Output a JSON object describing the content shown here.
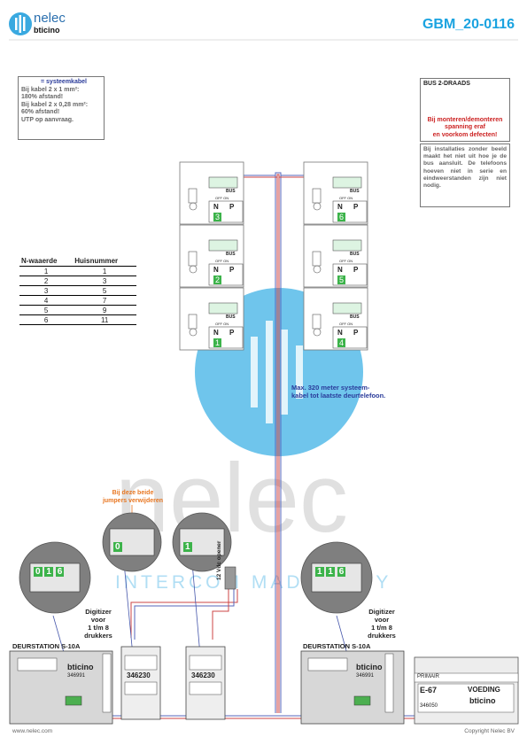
{
  "brand": {
    "name": "nelec",
    "tagline": "INTERCOM MADE EASY",
    "partner": "bticino"
  },
  "doc_id": "GBM_20-0116",
  "system_cable_note": {
    "title": "= systeemkabel",
    "lines": [
      "Bij kabel 2 x 1 mm²:",
      "180% afstand!",
      "Bij kabel 2 x 0,28 mm²:",
      "60% afstand!",
      "UTP op aanvraag."
    ]
  },
  "bus_box": {
    "title": "BUS 2-DRAADS",
    "warning_lines": [
      "Bij monteren/demonteren",
      "spanning eraf",
      "en voorkom defecten!"
    ]
  },
  "bus_info": "Bij installaties zonder beeld maakt het niet uit hoe je de bus aansluit. De telefoons hoeven niet in serie en eindweerstanden zijn niet nodig.",
  "n_table": {
    "headers": [
      "N-waaerde",
      "Huisnummer"
    ],
    "rows": [
      [
        "1",
        "1"
      ],
      [
        "2",
        "3"
      ],
      [
        "3",
        "5"
      ],
      [
        "4",
        "7"
      ],
      [
        "5",
        "9"
      ],
      [
        "6",
        "11"
      ]
    ]
  },
  "phones": {
    "bus_label": "BUS",
    "offon_label": "OFF ON",
    "n_label": "N",
    "p_label": "P",
    "left": [
      {
        "n": "3"
      },
      {
        "n": "2"
      },
      {
        "n": "1"
      }
    ],
    "right": [
      {
        "n": "6"
      },
      {
        "n": "5"
      },
      {
        "n": "4"
      }
    ]
  },
  "cable_length_note": [
    "Max. 320 meter systeem-",
    "kabel tot laatste deurtelefoon."
  ],
  "jumper_note": [
    "Bij deze beide",
    "jumpers verwijderen"
  ],
  "digitizer_label": [
    "Digitizer",
    "voor",
    "1 t/m 8",
    "drukkers"
  ],
  "door_station_label": "DEURSTATION S-10A",
  "door_station_model": "346991",
  "module_model": "346230",
  "lock_label": "12 Vdc opener",
  "psu": {
    "primary": "PRIMAIR",
    "code": "E-67",
    "title": "VOEDING",
    "model": "346050"
  },
  "left_zoom_digits": [
    "0",
    "1",
    "6"
  ],
  "right_zoom_digits": [
    "1",
    "1",
    "6"
  ],
  "module_zoom_left_digit": "0",
  "module_zoom_right_digit": "1",
  "footer_left": "www.nelec.com",
  "footer_right": "Copyright Nelec BV",
  "colors": {
    "title": "#1aa3e0",
    "note_blue": "#2a3b9a",
    "orange": "#e87722",
    "red_wire": "#c0392b",
    "blue_wire": "#3344aa",
    "green": "#3cb34a"
  }
}
